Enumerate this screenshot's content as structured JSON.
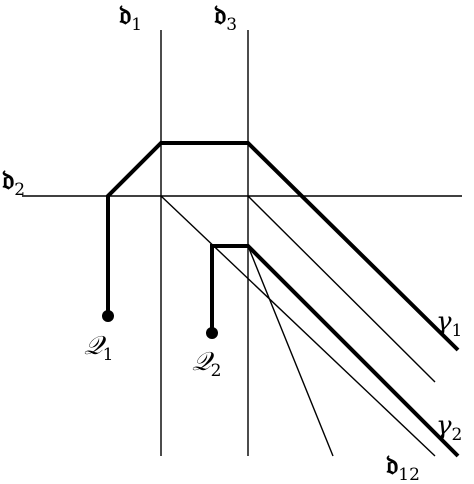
{
  "walls": {
    "d1": {
      "base": "𝔡",
      "sub": "1"
    },
    "d2": {
      "base": "𝔡",
      "sub": "2"
    },
    "d3": {
      "base": "𝔡",
      "sub": "3"
    },
    "d12": {
      "base": "𝔡",
      "sub": "12"
    }
  },
  "curves": {
    "gamma1": {
      "base": "γ",
      "sub": "1"
    },
    "gamma2": {
      "base": "γ",
      "sub": "2"
    }
  },
  "points": {
    "Q1": {
      "base": "𝒬",
      "sub": "1"
    },
    "Q2": {
      "base": "𝒬",
      "sub": "2"
    }
  }
}
